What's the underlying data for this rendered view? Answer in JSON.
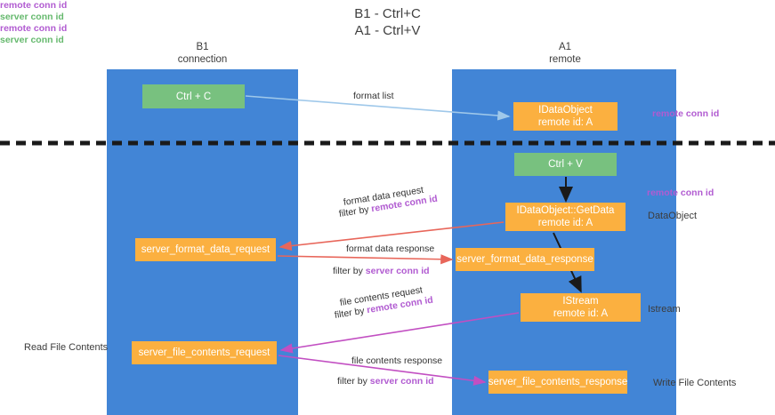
{
  "title": "B1 - Ctrl+C\nA1 - Ctrl+V",
  "lanes": [
    {
      "id": "b1",
      "heading": "B1\nconnection"
    },
    {
      "id": "a1",
      "heading": "A1\nremote"
    }
  ],
  "nodes": [
    {
      "id": "ctrl-c",
      "label": "Ctrl + C",
      "color": "#78c17f"
    },
    {
      "id": "idataobject",
      "label": "IDataObject\nremote id: A",
      "color": "#fbb040"
    },
    {
      "id": "ctrl-v",
      "label": "Ctrl + V",
      "color": "#78c17f"
    },
    {
      "id": "idataobject-getdata",
      "label": "IDataObject::GetData\nremote id: A",
      "color": "#fbb040"
    },
    {
      "id": "server-format-data-request",
      "label": "server_format_data_request",
      "color": "#fbb040"
    },
    {
      "id": "server-format-data-response",
      "label": "server_format_data_response",
      "color": "#fbb040"
    },
    {
      "id": "istream",
      "label": "IStream\nremote id: A",
      "color": "#fbb040"
    },
    {
      "id": "server-file-contents-request",
      "label": "server_file_contents_request",
      "color": "#fbb040"
    },
    {
      "id": "server-file-contents-response",
      "label": "server_file_contents_response",
      "color": "#fbb040"
    }
  ],
  "edge_labels": {
    "format_list": "format list",
    "format_data_request": "format data request",
    "filter_by": "filter by ",
    "remote_conn_id": "remote conn id",
    "format_data_response": "format data response",
    "server_conn_id": "server conn id",
    "file_contents_request": "file contents request",
    "file_contents_response": "file contents response"
  },
  "annotations": {
    "remote_conn_id_top": "remote conn id",
    "remote_conn_id_mid": "remote conn id",
    "left_remote_conn_id": "remote conn id",
    "left_server_conn_id": "server conn id",
    "left_remote_conn_id_2": "remote conn id",
    "left_server_conn_id_2": "server conn id",
    "read_file_contents": "Read File Contents",
    "data_object": "DataObject",
    "istream": "Istream",
    "write_file_contents": "Write File Contents"
  },
  "colors": {
    "lane": "#4285d6",
    "green_node": "#78c17f",
    "orange_node": "#fbb040",
    "purple_text": "#b15bd1",
    "green_text": "#66b96e",
    "arrow_blue": "#9fc8ea",
    "arrow_red": "#e8665a",
    "arrow_magenta": "#c24fc2",
    "arrow_black": "#1a1a1a",
    "divider": "#1a1a1a"
  }
}
